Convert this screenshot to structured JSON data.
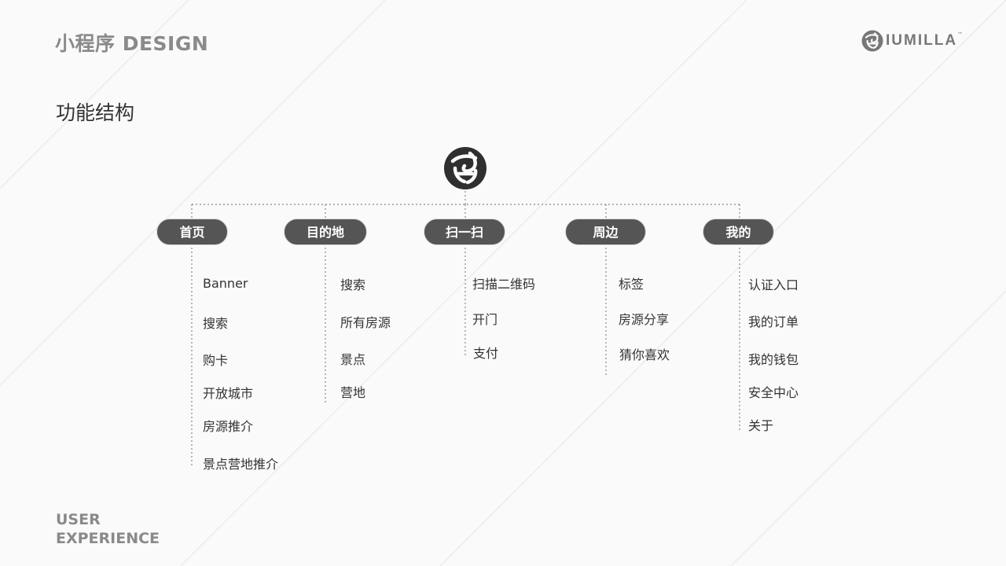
{
  "header": {
    "title": "小程序 DESIGN",
    "brand_name": "IUMILLA",
    "brand_tm": "™",
    "brand_icon": "circular-monogram-logo"
  },
  "section_title": "功能结构",
  "root_icon": "circular-monogram-logo",
  "categories": [
    {
      "label": "首页",
      "items": [
        "Banner",
        "搜索",
        "购卡",
        "开放城市",
        "房源推介",
        "景点营地推介"
      ]
    },
    {
      "label": "目的地",
      "items": [
        "搜索",
        "所有房源",
        "景点",
        "营地"
      ]
    },
    {
      "label": "扫一扫",
      "items": [
        "扫描二维码",
        "开门",
        "支付"
      ]
    },
    {
      "label": "周边",
      "items": [
        "标签",
        "房源分享",
        "猜你喜欢"
      ]
    },
    {
      "label": "我的",
      "items": [
        "认证入口",
        "我的订单",
        "我的钱包",
        "安全中心",
        "关于"
      ]
    }
  ],
  "footer": {
    "line1": "USER",
    "line2": "EXPERIENCE"
  },
  "colors": {
    "node_fill": "#555555",
    "accent_text": "#8a8a8a",
    "line": "#999999"
  }
}
